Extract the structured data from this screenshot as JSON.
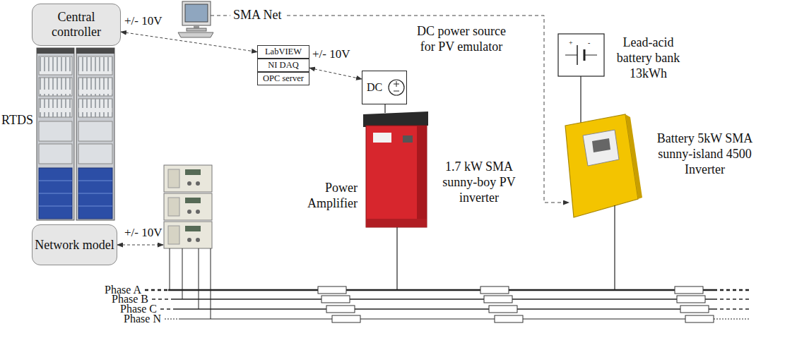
{
  "diagram": {
    "nodes": [
      {
        "text": [
          "Central controller"
        ]
      },
      {
        "text": [
          "LabVIEW"
        ]
      },
      {
        "text": [
          "NI DAQ"
        ]
      },
      {
        "text": [
          "OPC server"
        ]
      },
      {
        "text": [
          "DC"
        ]
      },
      {
        "text": [
          "Network model"
        ]
      }
    ],
    "edges": [
      {
        "from": 0,
        "to": 1,
        "arrow": "both",
        "label": "+/- 10V"
      },
      {
        "from": 2,
        "to": 4,
        "arrow": "both",
        "label": "+/- 10V"
      }
    ],
    "labels": [
      "SMA Net",
      "RTDS",
      "DC power source for PV emulator",
      "Lead-acid battery bank 13kWh",
      "+",
      "-",
      "Battery 5kW SMA sunny-island 4500 Inverter",
      "1.7 kW SMA sunny-boy PV inverter",
      "Power Amplifier",
      "+/- 10V",
      "Phase A",
      "Phase B",
      "Phase C",
      "Phase N"
    ]
  }
}
